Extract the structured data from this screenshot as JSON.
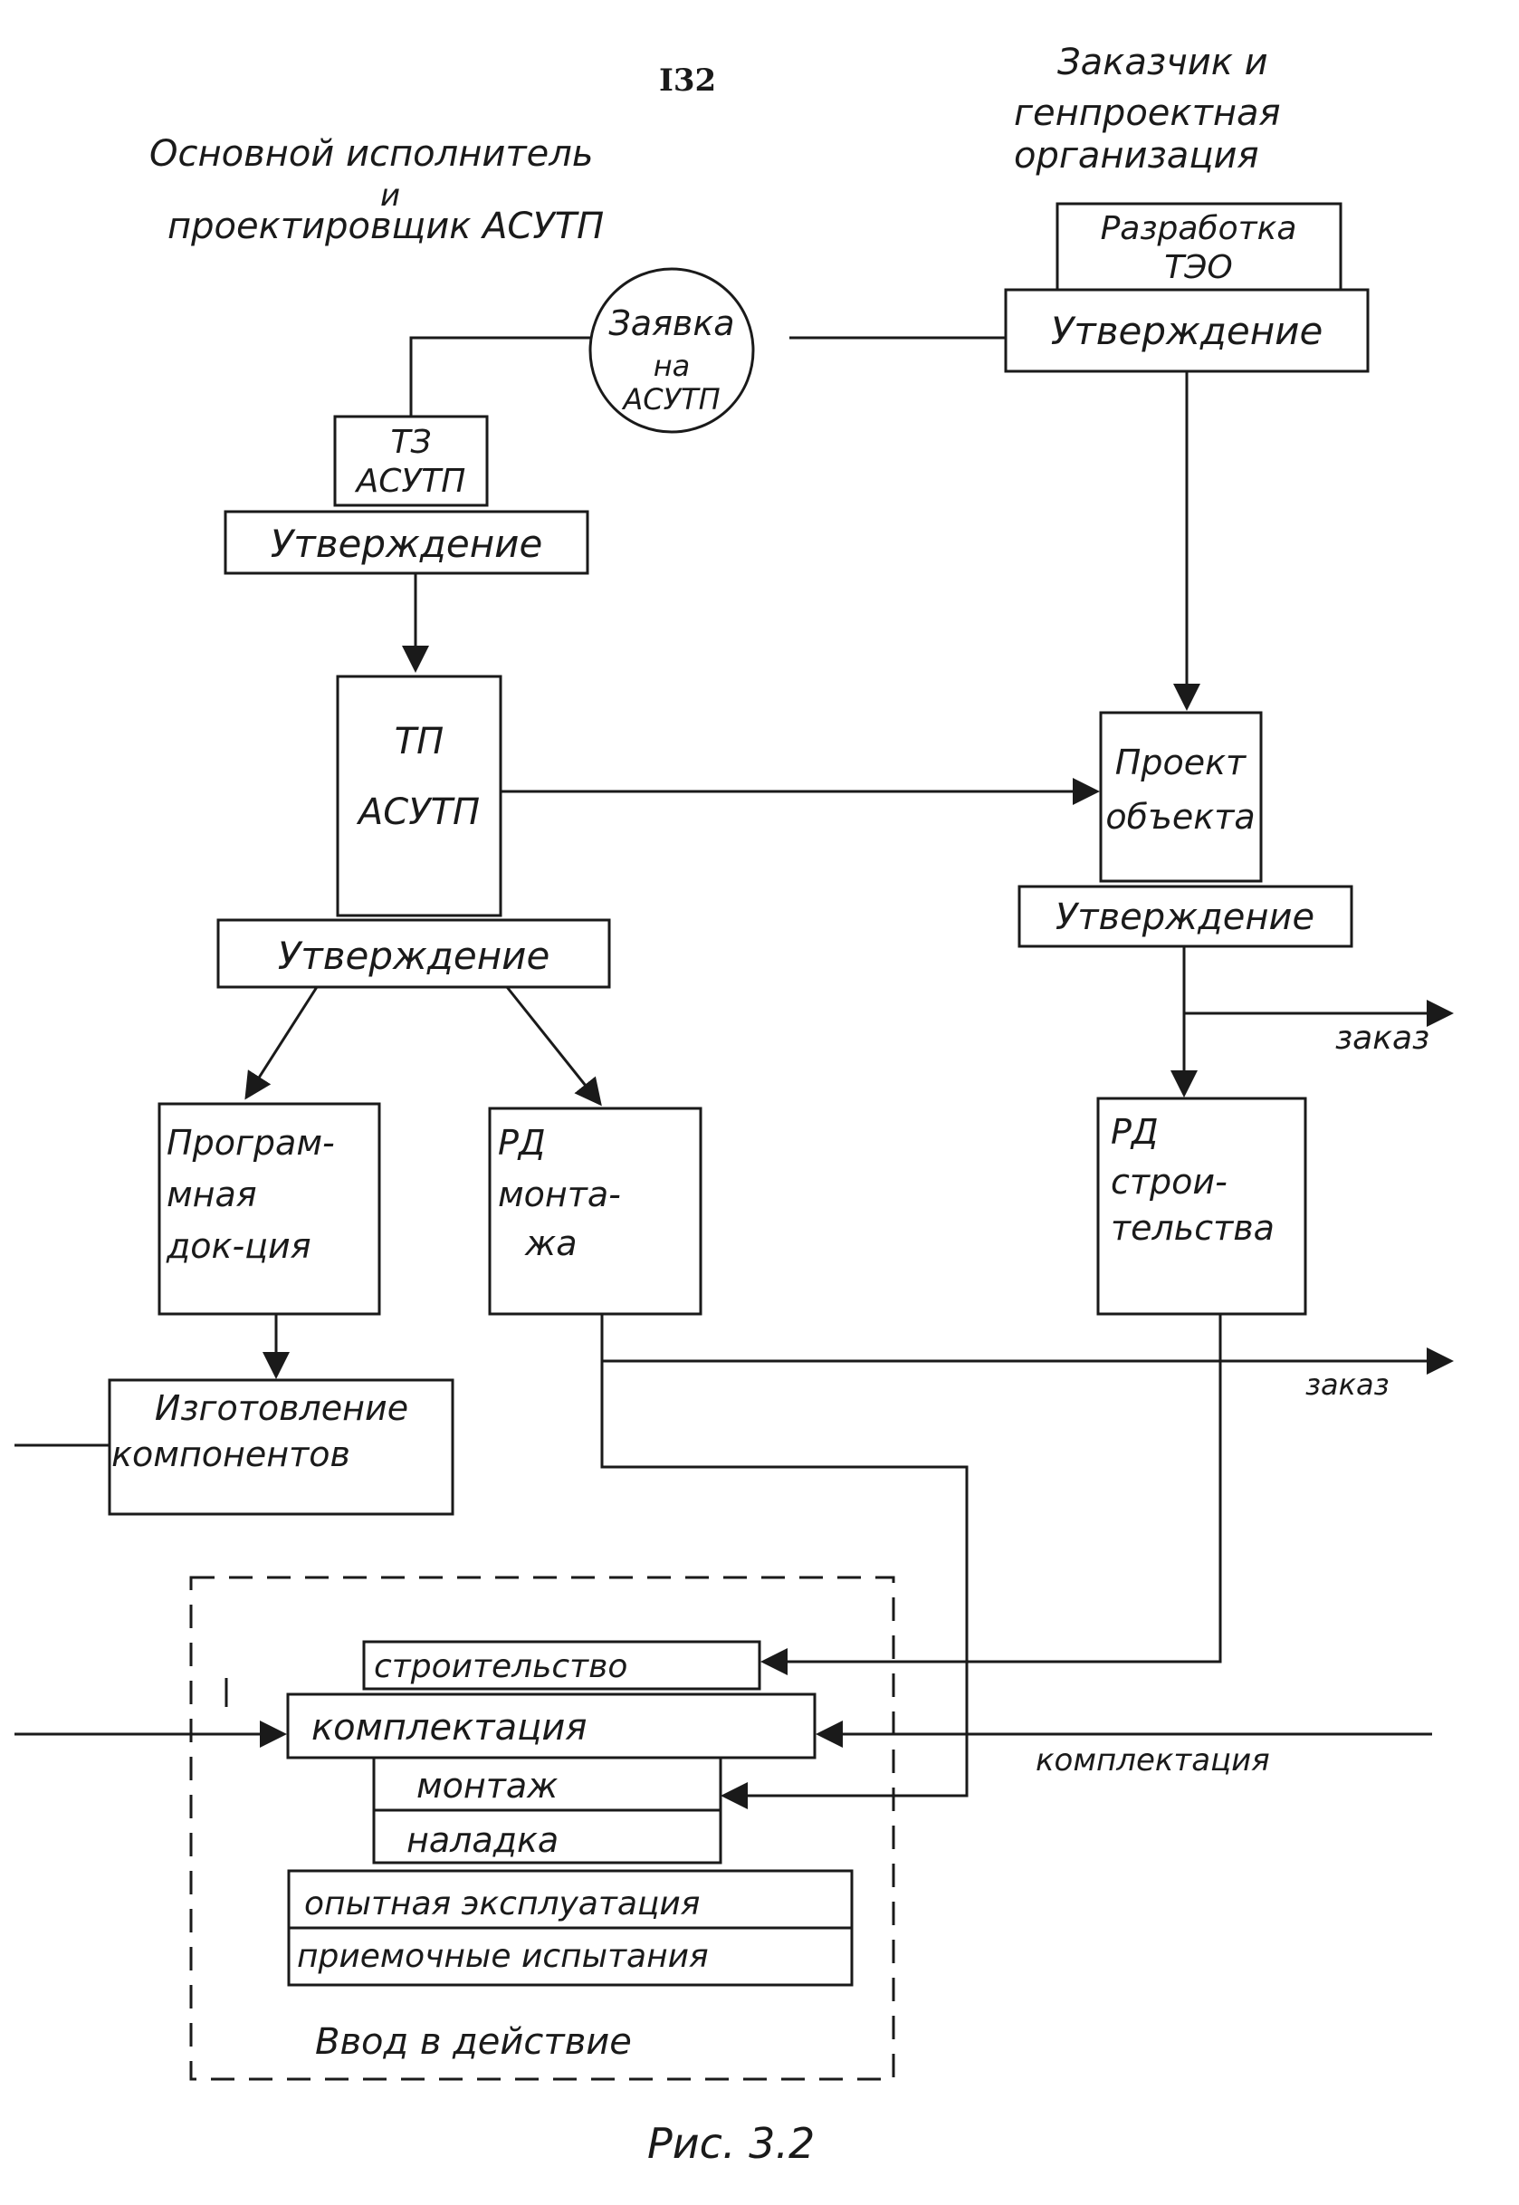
{
  "page_number": "I32",
  "headers": {
    "executor": [
      "Основной исполнитель",
      "и",
      "проектировщик АСУТП"
    ],
    "customer": [
      "Заказчик и",
      "генпроектная",
      "организация"
    ]
  },
  "nodes": {
    "teo_development": [
      "Разработка",
      "ТЭО"
    ],
    "teo_approval": "Утверждение",
    "request": [
      "Заявка",
      "на",
      "АСУТП"
    ],
    "tz": [
      "ТЗ",
      "АСУТП"
    ],
    "tz_approval": "Утверждение",
    "tp": [
      "ТП",
      "АСУТП"
    ],
    "tp_approval": "Утверждение",
    "object_project": [
      "Проект",
      "объекта"
    ],
    "project_approval": "Утверждение",
    "program_docs": [
      "Програм-",
      "мная",
      "док-ция"
    ],
    "rd_installation": [
      "РД",
      "монта-",
      "жа"
    ],
    "rd_construction": [
      "РД",
      "строи-",
      "тельства"
    ],
    "manufacturing": [
      "Изготовление",
      "компонентов"
    ]
  },
  "commissioning": {
    "title": "Ввод в действие",
    "stages": [
      "строительство",
      "комплектация",
      "монтаж",
      "наладка",
      "опытная эксплуатация",
      "приемочные испытания"
    ]
  },
  "flow_labels": {
    "order_1": "заказ",
    "order_2": "заказ",
    "supply": "комплектация"
  },
  "caption": "Рис. 3.2"
}
